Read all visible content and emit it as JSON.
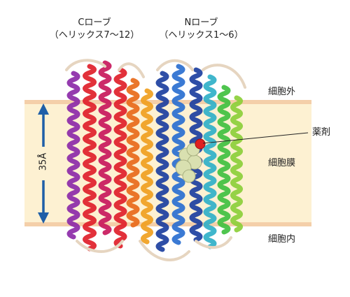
{
  "lobes": {
    "c": {
      "name": "Cローブ",
      "helices": "（ヘリックス7～12）"
    },
    "n": {
      "name": "Nローブ",
      "helices": "（ヘリックス1～6）"
    }
  },
  "regions": {
    "extracellular": "細胞外",
    "membrane": "細胞膜",
    "intracellular": "細胞内"
  },
  "drug_label": "薬剤",
  "thickness_label": "35Å",
  "colors": {
    "membrane": "#fdf1d2",
    "membrane_edge": "#f4cfa9",
    "arrow": "#1f5fa8",
    "c_lobe": [
      "#e0202a",
      "#c8185c",
      "#8c2aa8",
      "#e86a1a",
      "#f0a020"
    ],
    "n_lobe": [
      "#1c3fa0",
      "#2a6fd0",
      "#30b0c8",
      "#40c040",
      "#8ccf3a"
    ],
    "drug": "#d9e0b0"
  }
}
